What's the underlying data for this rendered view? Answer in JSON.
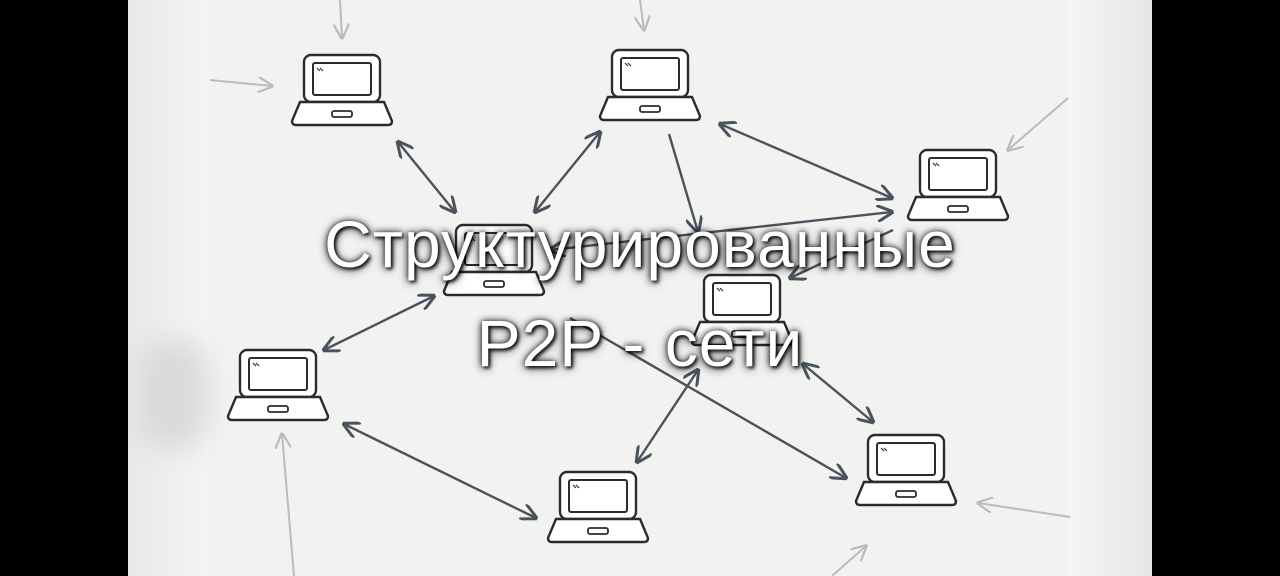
{
  "caption": {
    "line1": "Структурированные",
    "line2": "P2P - сети"
  },
  "colors": {
    "background": "#000000",
    "canvas": "#f2f3f1",
    "arrow": "#4a535c",
    "laptop_stroke": "#2b2b2b",
    "faded_arrow": "#b9bcbf",
    "caption_text": "#ffffff"
  },
  "nodes": [
    {
      "id": "top-left"
    },
    {
      "id": "top-center"
    },
    {
      "id": "right-upper"
    },
    {
      "id": "center"
    },
    {
      "id": "center-right"
    },
    {
      "id": "left"
    },
    {
      "id": "bottom-center"
    },
    {
      "id": "bottom-right"
    }
  ]
}
